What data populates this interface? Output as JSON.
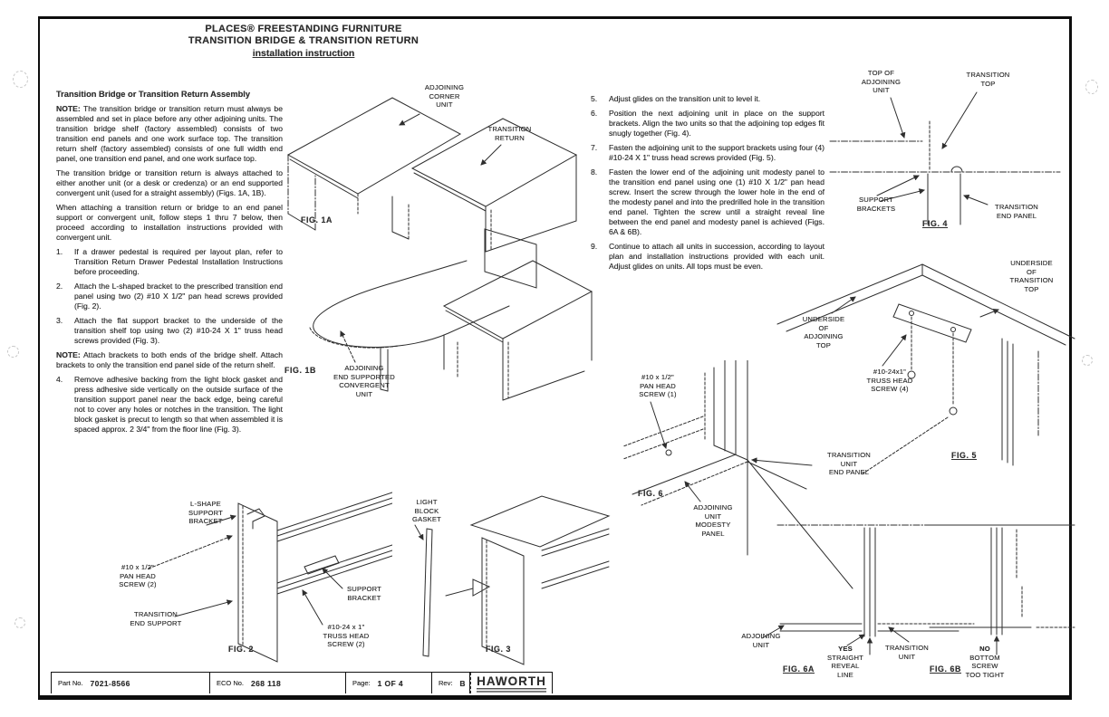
{
  "title": {
    "line1": "PLACES® FREESTANDING FURNITURE",
    "line2": "TRANSITION BRIDGE & TRANSITION RETURN",
    "line3": "installation instruction"
  },
  "left": {
    "heading": "Transition Bridge or Transition Return Assembly",
    "note1_label": "NOTE:",
    "note1_text": "The transition bridge or transition return must always be assembled and set in place before any other adjoining units. The transition bridge shelf (factory assembled) consists of two transition end panels and one work surface top. The transition return shelf (factory assembled) consists of one full width end panel, one transition end panel, and one work surface top.",
    "para2": "The transition bridge or transition return is always attached to either another unit (or a desk or credenza) or an end supported convergent unit (used for a straight assembly) (Figs. 1A, 1B).",
    "para3": "When attaching a transition return or bridge to an end panel support or convergent unit, follow steps 1 thru 7 below, then proceed according to installation instructions provided with convergent unit.",
    "steps": [
      {
        "num": "1.",
        "text": "If a drawer pedestal is required per layout plan, refer to Transition Return Drawer Pedestal Installation Instructions before proceeding."
      },
      {
        "num": "2.",
        "text": "Attach the L-shaped bracket to the prescribed transition end panel using two (2) #10 X 1/2\" pan head screws provided (Fig. 2)."
      },
      {
        "num": "3.",
        "text": "Attach the flat support bracket to the underside of the transition shelf top using two (2) #10-24 X 1\" truss head screws provided (Fig. 3)."
      }
    ],
    "note2_label": "NOTE:",
    "note2_text": "Attach brackets to both ends of the bridge shelf. Attach brackets to only the transition end panel side of the return shelf.",
    "step4_num": "4.",
    "step4_text": "Remove adhesive backing from the light block gasket and press adhesive side vertically on the outside surface of the transition support panel near the back edge, being careful not to cover any holes or notches in the transition. The light block gasket is precut to length so that when assembled it is spaced approx. 2 3/4\" from the floor line (Fig. 3)."
  },
  "mid": {
    "steps": [
      {
        "num": "5.",
        "text": "Adjust glides on the transition unit to level it."
      },
      {
        "num": "6.",
        "text": "Position the next adjoining unit in place on the support brackets. Align the two units so that the adjoining top edges fit snugly together (Fig. 4)."
      },
      {
        "num": "7.",
        "text": "Fasten the adjoining unit to the support brackets using four (4) #10-24 X 1\" truss head screws provided (Fig. 5)."
      },
      {
        "num": "8.",
        "text": "Fasten the lower end of the adjoining unit modesty panel to the transition end panel using one (1) #10 X 1/2\" pan head screw. Insert the screw through the lower hole in the end of the modesty panel and into the predrilled hole in the transition end panel. Tighten the screw until a straight reveal line between the end panel and modesty panel is achieved (Figs. 6A & 6B)."
      },
      {
        "num": "9.",
        "text": "Continue to attach all units in succession, according to layout plan and installation instructions provided with each unit. Adjust glides on units. All tops must be even."
      }
    ]
  },
  "figures": {
    "fig1a": {
      "caption": "FIG. 1A",
      "labels": {
        "corner": "ADJOINING\nCORNER\nUNIT",
        "return": "TRANSITION\nRETURN"
      }
    },
    "fig1b": {
      "caption": "FIG. 1B",
      "labels": {
        "convergent": "ADJOINING\nEND SUPPORTED\nCONVERGENT\nUNIT"
      }
    },
    "fig2": {
      "caption": "FIG. 2",
      "labels": {
        "lshape": "L-SHAPE\nSUPPORT\nBRACKET",
        "pan_screw": "#10 x 1/2\"\nPAN HEAD\nSCREW (2)",
        "end_support": "TRANSITION\nEND SUPPORT",
        "support_bracket": "SUPPORT\nBRACKET",
        "truss_screw": "#10-24 x 1\"\nTRUSS HEAD\nSCREW (2)"
      }
    },
    "fig3": {
      "caption": "FIG. 3",
      "labels": {
        "gasket": "LIGHT\nBLOCK\nGASKET"
      }
    },
    "fig4": {
      "caption": "FIG. 4",
      "labels": {
        "top_adjoining": "TOP OF\nADJOINING\nUNIT",
        "transition_top": "TRANSITION\nTOP",
        "support_brackets": "SUPPORT\nBRACKETS",
        "end_panel": "TRANSITION\nEND PANEL"
      }
    },
    "fig5": {
      "caption": "FIG. 5",
      "labels": {
        "underside_transition": "UNDERSIDE\nOF\nTRANSITION\nTOP",
        "underside_adjoining": "UNDERSIDE\nOF\nADJOINING\nTOP",
        "truss_screw": "#10-24x1\"\nTRUSS HEAD\nSCREW (4)"
      }
    },
    "fig6": {
      "caption": "FIG. 6",
      "labels": {
        "pan_screw": "#10 x 1/2\"\nPAN HEAD\nSCREW (1)",
        "end_panel": "TRANSITION\nUNIT\nEND PANEL",
        "modesty": "ADJOINING\nUNIT\nMODESTY\nPANEL"
      }
    },
    "fig6a": {
      "caption": "FIG. 6A",
      "labels": {
        "adjoining_unit": "ADJOINING\nUNIT",
        "yes": "YES",
        "yes_rest": "STRAIGHT\nREVEAL\nLINE",
        "transition_unit": "TRANSITION\nUNIT"
      }
    },
    "fig6b": {
      "caption": "FIG. 6B",
      "labels": {
        "no": "NO",
        "no_rest": "BOTTOM\nSCREW\nTOO TIGHT"
      }
    }
  },
  "footer": {
    "part_label": "Part No.",
    "part_value": "7021-8566",
    "eco_label": "ECO No.",
    "eco_value": "268 118",
    "page_label": "Page:",
    "page_value": "1 OF 4",
    "rev_label": "Rev:",
    "rev_value": "B",
    "brand": "HAWORTH"
  },
  "colors": {
    "ink": "#2e2e2e",
    "paper": "#ffffff"
  }
}
